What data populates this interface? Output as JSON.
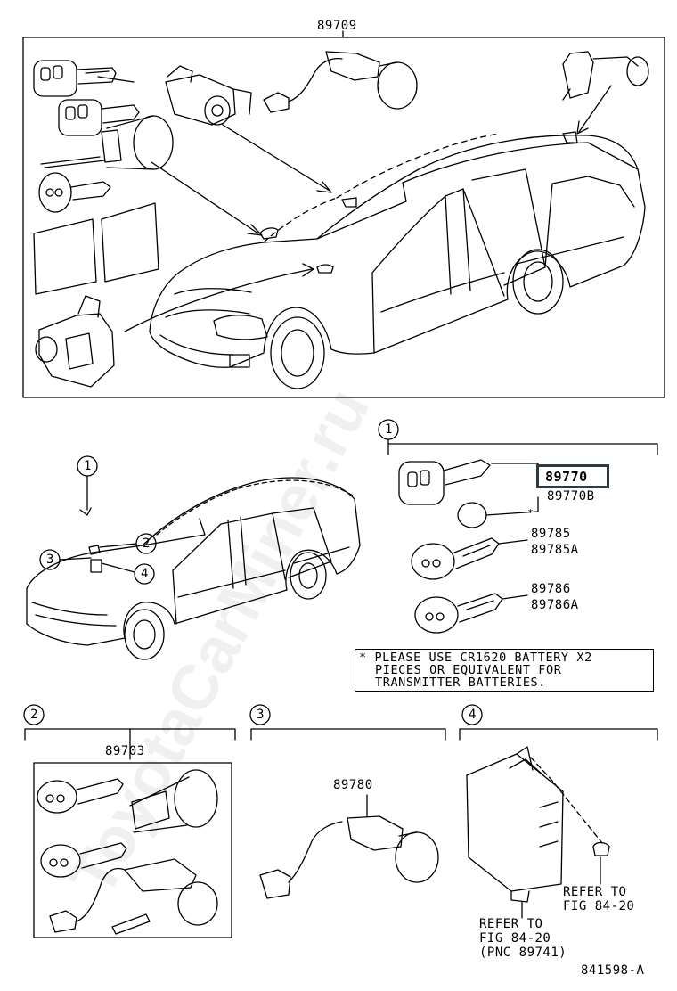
{
  "header": {
    "part_number": "89709"
  },
  "section_markers": [
    "1",
    "2",
    "3",
    "4"
  ],
  "callouts_small_car": [
    "1",
    "2",
    "3",
    "4"
  ],
  "section1": {
    "highlighted_part": "89770",
    "alt_part": "89770B",
    "note_marker": "*",
    "parts": [
      {
        "primary": "89785",
        "alt": "89785A"
      },
      {
        "primary": "89786",
        "alt": "89786A"
      }
    ],
    "note_lines": [
      "* PLEASE USE CR1620 BATTERY X2",
      "PIECES OR EQUIVALENT FOR",
      "TRANSMITTER BATTERIES."
    ]
  },
  "section2": {
    "part_number": "89703"
  },
  "section3": {
    "part_number": "89780"
  },
  "section4": {
    "refer_a": [
      "REFER TO",
      "FIG 84-20"
    ],
    "refer_b": [
      "REFER TO",
      "FIG 84-20",
      "(PNC 89741)"
    ]
  },
  "footer": {
    "drawing_id": "841598-A"
  },
  "watermark": "ToyotaCarMiner.ru"
}
